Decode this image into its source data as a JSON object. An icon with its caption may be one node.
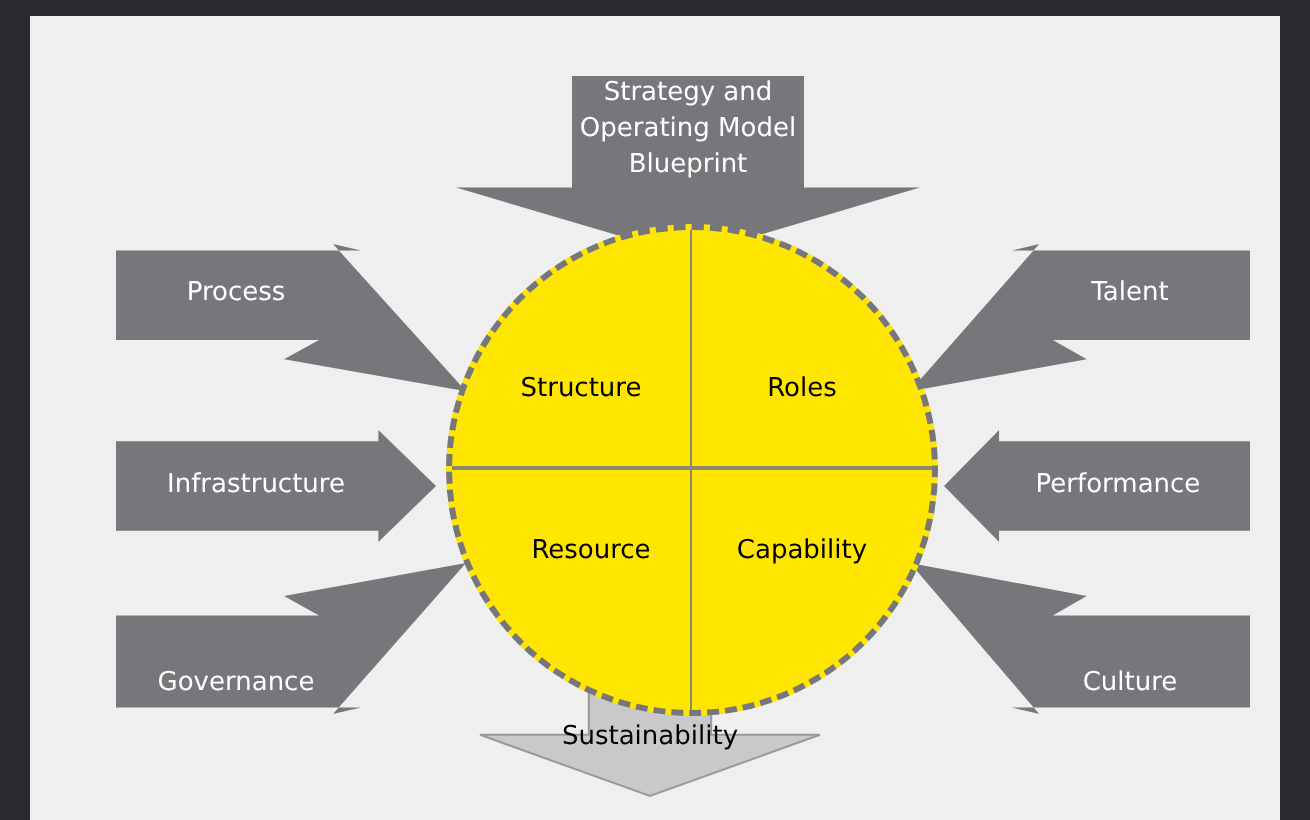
{
  "diagram": {
    "nodes": [
      {
        "text": [],
        "shape": "circle"
      },
      {
        "text": [
          "Structure"
        ],
        "in": 0
      },
      {
        "text": [
          "Roles"
        ],
        "in": 0
      },
      {
        "text": [
          "Resource"
        ],
        "in": 0
      },
      {
        "text": [
          "Capability"
        ],
        "in": 0
      },
      {
        "text": [
          "Strategy and Operating Model Blueprint"
        ]
      },
      {
        "text": [
          "Process"
        ]
      },
      {
        "text": [
          "Infrastructure"
        ]
      },
      {
        "text": [
          "Governance"
        ]
      },
      {
        "text": [
          "Talent"
        ]
      },
      {
        "text": [
          "Performance"
        ]
      },
      {
        "text": [
          "Culture"
        ]
      },
      {
        "text": [
          "Sustainability"
        ]
      }
    ]
  }
}
